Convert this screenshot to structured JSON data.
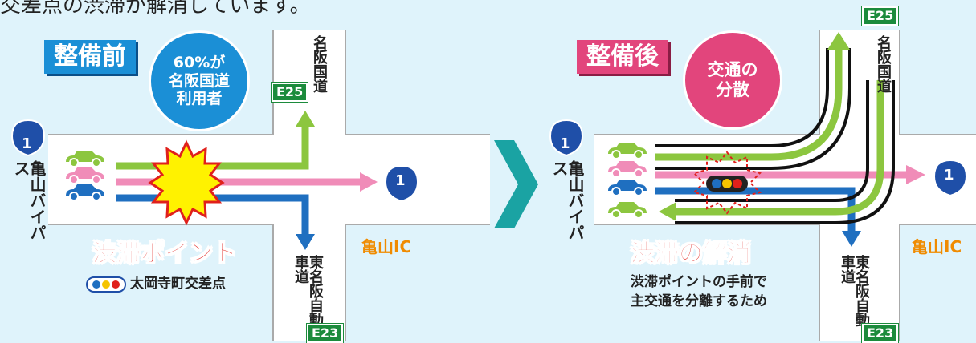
{
  "header": {
    "text": "交差点の渋滞が解消しています。"
  },
  "left": {
    "badge": "整備前",
    "circle": [
      "60%が",
      "名阪国道",
      "利用者"
    ],
    "route_left_label": "亀山バイパス",
    "route_top_label": "名阪国道",
    "route_bottom_label": "東名阪自動車道",
    "e25": "E25",
    "e23": "E23",
    "ic_label": "亀山IC",
    "route_number": "1",
    "congestion_title": "渋滞ポイント",
    "congestion_sub": "太岡寺町交差点"
  },
  "right": {
    "badge": "整備後",
    "circle": [
      "交通の",
      "分散"
    ],
    "route_left_label": "亀山バイパス",
    "route_top_label": "名阪国道",
    "route_bottom_label": "東名阪自動車道",
    "e25": "E25",
    "e23": "E23",
    "ic_label": "亀山IC",
    "route_number": "1",
    "resolve_title": "渋滞の解消",
    "resolve_sub": [
      "渋滞ポイントの手前で",
      "主交通を分離するため"
    ]
  },
  "colors": {
    "background": "#dff3fb",
    "green": "#8cc63f",
    "pink": "#f08cb8",
    "blue": "#1f6fc0",
    "badge_blue": "#1b8fd6",
    "badge_pink": "#e2457c",
    "circle_blue": "#1b8fd6",
    "circle_pink": "#e2457c",
    "arrow_teal": "#1aa3a3",
    "route_shield": "#1f4fa8"
  }
}
